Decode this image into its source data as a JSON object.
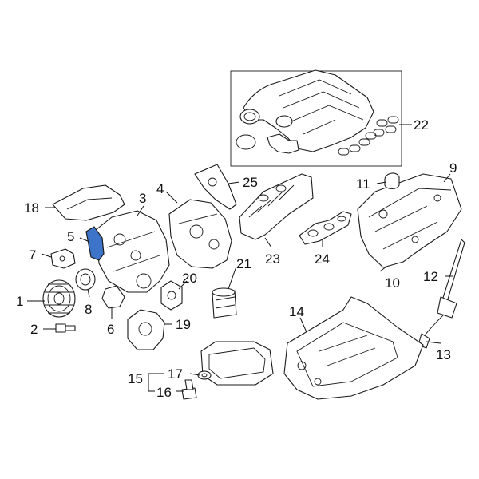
{
  "diagram": {
    "highlight_color": "#3d73c9",
    "callouts": [
      {
        "id": "c1",
        "text": "1"
      },
      {
        "id": "c2",
        "text": "2"
      },
      {
        "id": "c3",
        "text": "3"
      },
      {
        "id": "c4",
        "text": "4"
      },
      {
        "id": "c5",
        "text": "5"
      },
      {
        "id": "c6",
        "text": "6"
      },
      {
        "id": "c7",
        "text": "7"
      },
      {
        "id": "c8",
        "text": "8"
      },
      {
        "id": "c9",
        "text": "9"
      },
      {
        "id": "c10",
        "text": "10"
      },
      {
        "id": "c11",
        "text": "11"
      },
      {
        "id": "c12",
        "text": "12"
      },
      {
        "id": "c13",
        "text": "13"
      },
      {
        "id": "c14",
        "text": "14"
      },
      {
        "id": "c15",
        "text": "15"
      },
      {
        "id": "c16",
        "text": "16"
      },
      {
        "id": "c17",
        "text": "17"
      },
      {
        "id": "c18",
        "text": "18"
      },
      {
        "id": "c19",
        "text": "19"
      },
      {
        "id": "c20",
        "text": "20"
      },
      {
        "id": "c21",
        "text": "21"
      },
      {
        "id": "c22",
        "text": "22"
      },
      {
        "id": "c23",
        "text": "23"
      },
      {
        "id": "c24",
        "text": "24"
      },
      {
        "id": "c25",
        "text": "25"
      }
    ]
  }
}
